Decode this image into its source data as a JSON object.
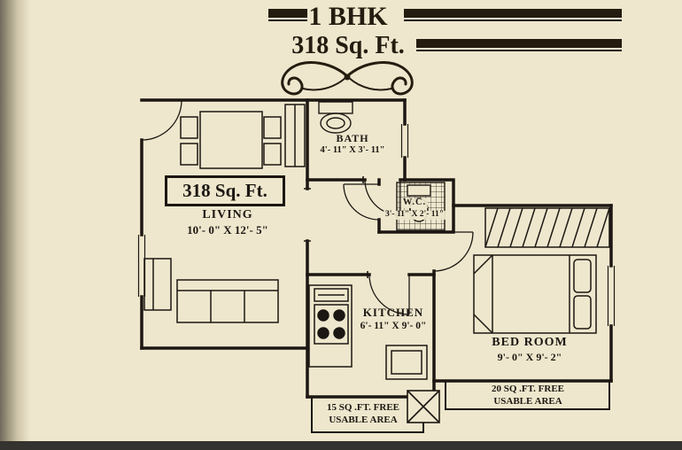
{
  "title": {
    "bhk": "1 BHK",
    "area": "318 Sq. Ft."
  },
  "plan": {
    "area_badge": "318 Sq. Ft.",
    "living": {
      "name": "LIVING",
      "dims": "10'- 0\" X 12'- 5\""
    },
    "bath": {
      "name": "BATH",
      "dims": "4'- 11\" X 3'- 11\""
    },
    "wc": {
      "name": "W.C.",
      "dims": "3'- 11\" X 2'- 11\""
    },
    "kitchen": {
      "name": "KITCHEN",
      "dims": "6'- 11\" X 9'- 0\""
    },
    "bedroom": {
      "name": "BED ROOM",
      "dims": "9'- 0\" X 9'- 2\""
    },
    "free20": {
      "line1": "20 SQ .FT. FREE",
      "line2": "USABLE AREA"
    },
    "free15": {
      "line1": "15 SQ .FT. FREE",
      "line2": "USABLE AREA"
    }
  },
  "colors": {
    "background": "#eee7cd",
    "ink": "#1c1712",
    "bar": "#251c10"
  }
}
